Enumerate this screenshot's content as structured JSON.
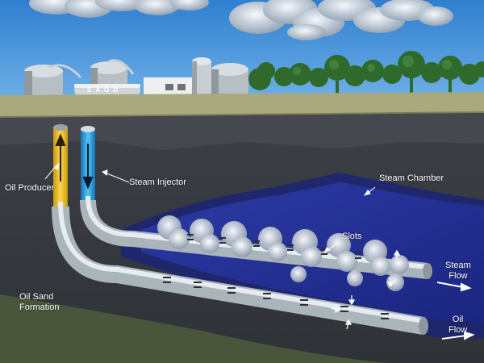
{
  "facility": {
    "sign": "SAGD"
  },
  "labels": {
    "oil_producer": "Oil Producer",
    "steam_injector": "Steam Injector",
    "steam_chamber": "Steam Chamber",
    "slots": "Slots",
    "steam_flow": "Steam\nFlow",
    "oil_flow": "Oil\nFlow",
    "formation": "Oil Sand\nFormation"
  },
  "colors": {
    "sky": "#3f8fd6",
    "ground_surface": "#a9a97e",
    "formation": "#3a3d43",
    "steam_chamber": "#22308f",
    "pipe": "#c7d0d6",
    "producer_accent": "#f2c230",
    "injector_accent": "#2ea6e0"
  }
}
